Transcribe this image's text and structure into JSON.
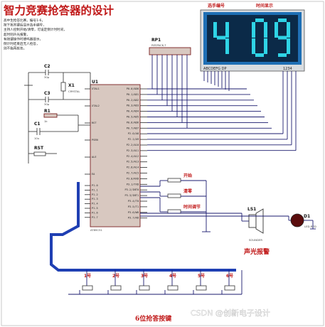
{
  "title": "智力竞赛抢答器的设计",
  "description_lines": [
    "高中生抢答比赛，编号1-6，",
    "按下抢答键后显示选手编号，",
    "主持人控制开始/清零，可设定倒计时时间，",
    "超时则声光报警，",
    "有按键操作时蜂鸣器提示，",
    "倒计时结束后无人抢答，",
    "则不能再抢答。"
  ],
  "display": {
    "label_left": "选手编号",
    "label_right": "时间显示",
    "digits": [
      "4",
      "0",
      "9"
    ],
    "seg_label_left": "ABCDEFG DP",
    "seg_label_right": "1234"
  },
  "components": {
    "rp1": {
      "ref": "RP1",
      "value": "RESPACK-7"
    },
    "u1": {
      "ref": "U1",
      "value": "AT89C51"
    },
    "c2": {
      "ref": "C2",
      "value": "30p"
    },
    "c3": {
      "ref": "C3",
      "value": "30p"
    },
    "x1": {
      "ref": "X1",
      "value": "CRYSTAL"
    },
    "r1": {
      "ref": "R1",
      "value": "1k"
    },
    "c1": {
      "ref": "C1",
      "value": "10u"
    },
    "rst": {
      "ref": "RST"
    },
    "ls1": {
      "ref": "LS1",
      "value": "SOUNDER"
    },
    "d1": {
      "ref": "D1",
      "value": "LED-RED"
    }
  },
  "u1_pins_left": [
    "XTAL1",
    "XTAL2",
    "RST",
    "PSEN",
    "ALE",
    "EA",
    "P1.0",
    "P1.1",
    "P1.2",
    "P1.3",
    "P1.4",
    "P1.5",
    "P1.6",
    "P1.7"
  ],
  "u1_pins_right": [
    "P0.0/AD0",
    "P0.1/AD1",
    "P0.2/AD2",
    "P0.3/AD3",
    "P0.4/AD4",
    "P0.5/AD5",
    "P0.6/AD6",
    "P0.7/AD7",
    "P2.0/A8",
    "P2.1/A9",
    "P2.2/A10",
    "P2.3/A11",
    "P2.4/A12",
    "P2.5/A13",
    "P2.6/A14",
    "P2.7/A15",
    "P3.0/RXD",
    "P3.1/TXD",
    "P3.2/INT0",
    "P3.3/INT1",
    "P3.4/T0",
    "P3.5/T1",
    "P3.6/WR",
    "P3.7/RD"
  ],
  "buttons_host": [
    "开始",
    "清零",
    "时间调节"
  ],
  "players": [
    "1号",
    "2号",
    "3号",
    "4号",
    "5号",
    "6号"
  ],
  "alarm_label": "声光报警",
  "player_caption": "6位抢答按键",
  "watermark": "CSDN @创新电子设计",
  "colors": {
    "digit": "#2fd4e6",
    "display_bg": "#0b2a48",
    "display_frame": "#1e6fb5",
    "title": "#c01818",
    "bus": "#1f3fb3"
  }
}
